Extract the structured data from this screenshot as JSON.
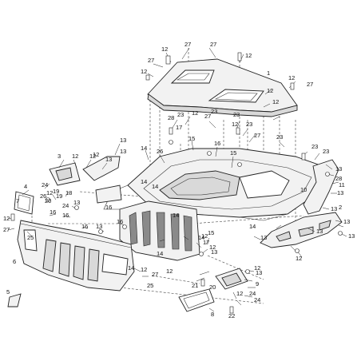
{
  "callouts": [
    {
      "id": "c1",
      "text": "12"
    },
    {
      "id": "c2",
      "text": "27"
    },
    {
      "id": "c3",
      "text": "12"
    },
    {
      "id": "c4",
      "text": "27"
    },
    {
      "id": "c5",
      "text": "12"
    },
    {
      "id": "c6",
      "text": "1"
    },
    {
      "id": "c7",
      "text": "12"
    },
    {
      "id": "c8",
      "text": "27"
    },
    {
      "id": "c9",
      "text": "12"
    },
    {
      "id": "c10",
      "text": "27"
    },
    {
      "id": "c11",
      "text": "12"
    },
    {
      "id": "c12",
      "text": "28"
    },
    {
      "id": "c13",
      "text": "23"
    },
    {
      "id": "c14",
      "text": "27"
    },
    {
      "id": "c15",
      "text": "12"
    },
    {
      "id": "c16",
      "text": "23"
    },
    {
      "id": "c17",
      "text": "17"
    },
    {
      "id": "c18",
      "text": "23"
    },
    {
      "id": "c19",
      "text": "23"
    },
    {
      "id": "c20",
      "text": "12"
    },
    {
      "id": "c21",
      "text": "27"
    },
    {
      "id": "c22",
      "text": "23"
    },
    {
      "id": "c23",
      "text": "23"
    },
    {
      "id": "c24",
      "text": "23"
    },
    {
      "id": "c25",
      "text": "13"
    },
    {
      "id": "c26",
      "text": "14"
    },
    {
      "id": "c27",
      "text": "26"
    },
    {
      "id": "c28",
      "text": "15"
    },
    {
      "id": "c29",
      "text": "16"
    },
    {
      "id": "c30",
      "text": "15"
    },
    {
      "id": "c31",
      "text": "3"
    },
    {
      "id": "c32",
      "text": "12"
    },
    {
      "id": "c33",
      "text": "12"
    },
    {
      "id": "c34",
      "text": "13"
    },
    {
      "id": "c35",
      "text": "4"
    },
    {
      "id": "c36",
      "text": "24"
    },
    {
      "id": "c37",
      "text": "12"
    },
    {
      "id": "c38",
      "text": "20"
    },
    {
      "id": "c39",
      "text": "19"
    },
    {
      "id": "c40",
      "text": "18"
    },
    {
      "id": "c41",
      "text": "16"
    },
    {
      "id": "c42",
      "text": "24"
    },
    {
      "id": "c43",
      "text": "13"
    },
    {
      "id": "c44",
      "text": "7"
    },
    {
      "id": "c45",
      "text": "12"
    },
    {
      "id": "c46",
      "text": "27"
    },
    {
      "id": "c47",
      "text": "16"
    },
    {
      "id": "c48",
      "text": "25"
    },
    {
      "id": "c49",
      "text": "16"
    },
    {
      "id": "c50",
      "text": "13"
    },
    {
      "id": "c51",
      "text": "16"
    },
    {
      "id": "c52",
      "text": "14"
    },
    {
      "id": "c53",
      "text": "14"
    },
    {
      "id": "c54",
      "text": "14"
    },
    {
      "id": "c55",
      "text": "15"
    },
    {
      "id": "c56",
      "text": "14"
    },
    {
      "id": "c57",
      "text": "12"
    },
    {
      "id": "c58",
      "text": "13"
    },
    {
      "id": "c59",
      "text": "10"
    },
    {
      "id": "c60",
      "text": "28"
    },
    {
      "id": "c61",
      "text": "11"
    },
    {
      "id": "c62",
      "text": "13"
    },
    {
      "id": "c63",
      "text": "13"
    },
    {
      "id": "c64",
      "text": "13"
    },
    {
      "id": "c65",
      "text": "2"
    },
    {
      "id": "c66",
      "text": "13"
    },
    {
      "id": "c67",
      "text": "13"
    },
    {
      "id": "c68",
      "text": "12"
    },
    {
      "id": "c69",
      "text": "6"
    },
    {
      "id": "c70",
      "text": "5"
    },
    {
      "id": "c71",
      "text": "12"
    },
    {
      "id": "c72",
      "text": "14"
    },
    {
      "id": "c73",
      "text": "13"
    },
    {
      "id": "c74",
      "text": "13"
    },
    {
      "id": "c75",
      "text": "14"
    },
    {
      "id": "c76",
      "text": "14"
    },
    {
      "id": "c77",
      "text": "27"
    },
    {
      "id": "c78",
      "text": "12"
    },
    {
      "id": "c79",
      "text": "25"
    },
    {
      "id": "c80",
      "text": "12"
    },
    {
      "id": "c81",
      "text": "17"
    },
    {
      "id": "c82",
      "text": "21"
    },
    {
      "id": "c83",
      "text": "12"
    },
    {
      "id": "c84",
      "text": "9"
    },
    {
      "id": "c85",
      "text": "13"
    },
    {
      "id": "c86",
      "text": "24"
    },
    {
      "id": "c87",
      "text": "20"
    },
    {
      "id": "c88",
      "text": "22"
    },
    {
      "id": "c89",
      "text": "8"
    },
    {
      "id": "c90",
      "text": "12"
    },
    {
      "id": "c91",
      "text": "24"
    },
    {
      "id": "c92",
      "text": "26"
    },
    {
      "id": "c93",
      "text": "19"
    },
    {
      "id": "c94",
      "text": "16"
    },
    {
      "id": "c95",
      "text": "12"
    },
    {
      "id": "c96",
      "text": "13"
    }
  ]
}
